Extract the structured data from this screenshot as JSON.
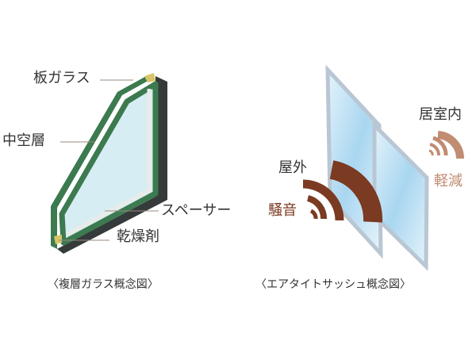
{
  "left_diagram": {
    "labels": {
      "plate_glass": "板ガラス",
      "hollow_layer": "中空層",
      "spacer": "スペーサー",
      "desiccant": "乾燥剤"
    },
    "caption": "〈複層ガラス概念図〉"
  },
  "right_diagram": {
    "labels": {
      "indoor": "居室内",
      "outdoor": "屋外",
      "noise": "騒音",
      "reduced": "軽減"
    },
    "caption": "〈エアタイトサッシュ概念図〉"
  },
  "colors": {
    "glass_edge": "#3c7a50",
    "glass": "#d6edf3",
    "noise": "#7b3a22",
    "reduced": "#c08c72",
    "frame": "#b9c6d3"
  }
}
